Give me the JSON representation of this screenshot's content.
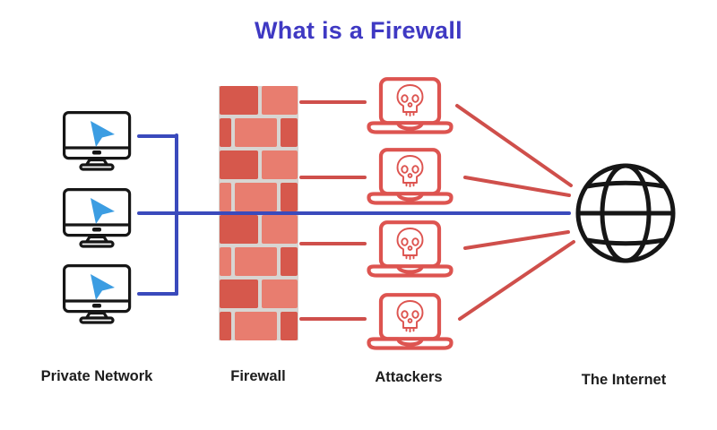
{
  "title": {
    "text": "What is a Firewall"
  },
  "labels": {
    "private_network": "Private Network",
    "firewall": "Firewall",
    "attackers": "Attackers",
    "internet": "The Internet"
  },
  "colors": {
    "title-color": "#3f39c3",
    "line-blue": "#3a4abc",
    "cursor-blue": "#3c9de2",
    "line-red": "#cf4f4b",
    "icon-red": "#dd5450",
    "brick-dark": "#d6584c",
    "brick-light": "#e87d6f",
    "mortar": "#d8d5d2",
    "icon-black": "#161616",
    "label-color": "#1d1d1d",
    "background": "#ffffff"
  },
  "diagram": {
    "private_network_computers": 3,
    "attacker_laptops": 4,
    "icons": [
      "desktop-monitor-with-cursor-icon",
      "brick-wall",
      "laptop-with-skull-icon",
      "globe-icon"
    ]
  }
}
